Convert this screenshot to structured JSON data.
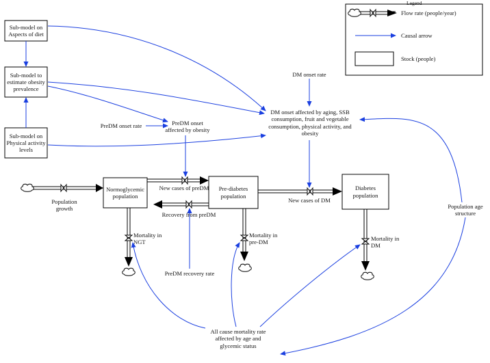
{
  "legend": {
    "title": "Legend",
    "flow_rate": "Flow rate (people/year)",
    "causal_arrow": "Causal arrow",
    "stock": "Stock (people)"
  },
  "colors": {
    "causal": "#1a3fe0",
    "flow": "#000000"
  },
  "submodels": {
    "diet": "Sub-model on\nAspects of diet",
    "obesity": "Sub-model to\nestimate obesity\nprevalence",
    "activity": "Sub-model on\nPhysical activity\nlevels"
  },
  "stocks": {
    "normoglycemic": "Normoglycemic\npopulation",
    "prediabetes": "Pre-diabetes\npopulation",
    "diabetes": "Diabetes\npopulation"
  },
  "variables": {
    "dm_onset_rate": "DM onset rate",
    "dm_onset_affected": "DM onset affected by aging, SSB\nconsumption, fruit and vegetable\nconsumption, physical activity, and\nobesity",
    "predm_onset_rate": "PreDM onset rate",
    "predm_onset_affected": "PreDM onset\naffected by obesity",
    "predm_recovery_rate": "PreDM recovery rate",
    "population_age_structure": "Population age\nstructure",
    "all_cause_mortality": "All cause mortality rate\naffected by age and\nglycemic status"
  },
  "flows": {
    "population_growth": "Population\ngrowth",
    "new_cases_predm": "New cases of preDM",
    "recovery_predm": "Recovery from preDM",
    "new_cases_dm": "New cases of DM",
    "mortality_ngt": "Mortality in\nNGT",
    "mortality_predm": "Mortality in\npre-DM",
    "mortality_dm": "Mortality in\nDM"
  }
}
